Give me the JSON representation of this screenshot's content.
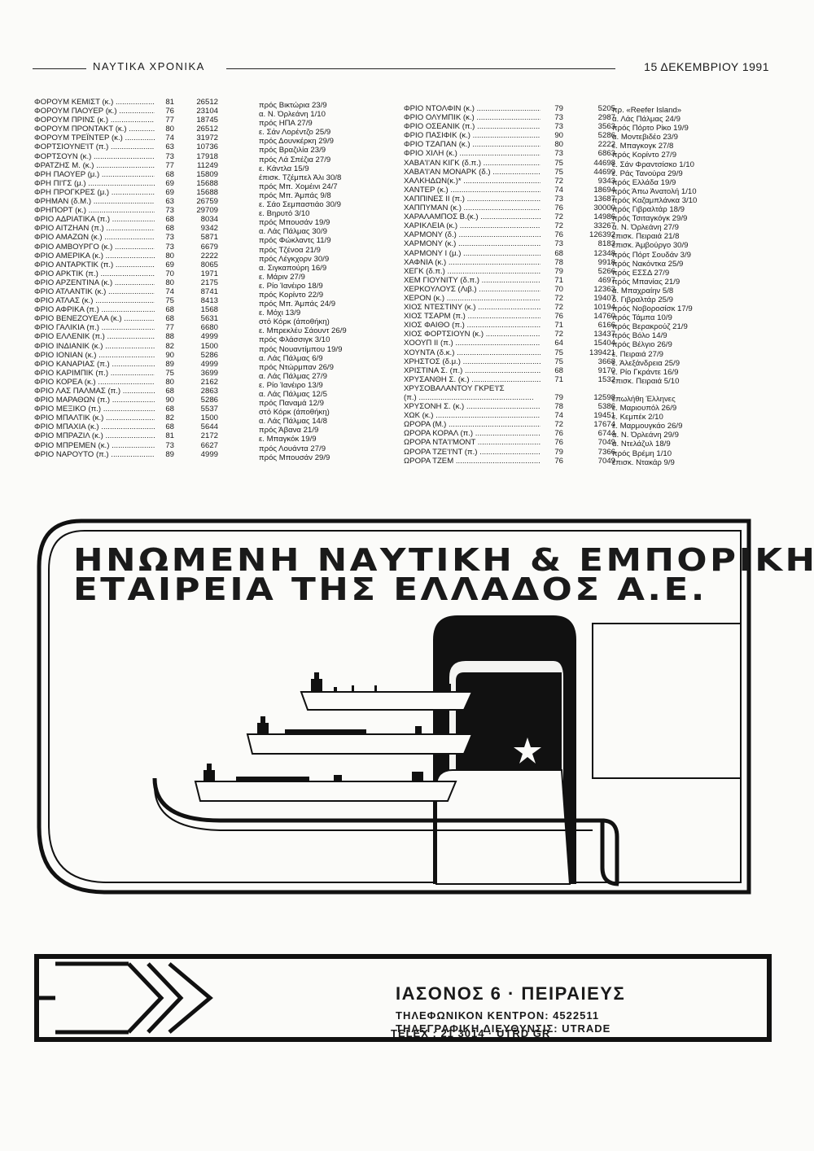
{
  "header": {
    "paper": "ΝΑΥΤΙΚΑ ΧΡΟΝΙΚΑ",
    "date": "15 ΔΕΚΕΜΒΡΙΟΥ 1991"
  },
  "left_table": [
    {
      "n": "ΦΟΡΟΥΜ ΚΕΜΙΣΤ (κ.)",
      "a": "81",
      "b": "26512"
    },
    {
      "n": "ΦΟΡΟΥΜ ΠΑΟΥΕΡ (κ.)",
      "a": "76",
      "b": "23104"
    },
    {
      "n": "ΦΟΡΟΥΜ ΠΡΙΝΣ (κ.)",
      "a": "77",
      "b": "18745"
    },
    {
      "n": "ΦΟΡΟΥΜ ΠΡΟΝΤΑΚΤ (κ.)",
      "a": "80",
      "b": "26512"
    },
    {
      "n": "ΦΟΡΟΥΜ ΤΡΕΪΝΤΕΡ (κ.)",
      "a": "74",
      "b": "31972"
    },
    {
      "n": "ΦΟΡΤΣΙΟΥΝΕ'ΙΤ (π.)",
      "a": "63",
      "b": "10736"
    },
    {
      "n": "ΦΟΡΤΣΟΥΝ (κ.)",
      "a": "73",
      "b": "17918"
    },
    {
      "n": "ΦΡΑΤΖΗΣ Μ. (κ.)",
      "a": "77",
      "b": "11249"
    },
    {
      "n": "ΦΡΗ ΠΑΟΥΕΡ (μ.)",
      "a": "68",
      "b": "15809"
    },
    {
      "n": "ΦΡΗ ΠΙ'ΓΣ (μ.)",
      "a": "69",
      "b": "15688"
    },
    {
      "n": "ΦΡΗ ΠΡΟΓΚΡΕΣ (μ.)",
      "a": "69",
      "b": "15688"
    },
    {
      "n": "ΦΡΗΜΑΝ (δ.Μ.)",
      "a": "63",
      "b": "26759"
    },
    {
      "n": "ΦΡΗΠΟΡΤ (κ.)",
      "a": "73",
      "b": "29709"
    },
    {
      "n": "ΦΡΙΟ ΑΔΡΙΑΤΙΚΑ (π.)",
      "a": "68",
      "b": "8034"
    },
    {
      "n": "ΦΡΙΟ ΑΙΤΖΗΑΝ (π.)",
      "a": "68",
      "b": "9342"
    },
    {
      "n": "ΦΡΙΟ ΑΜΑΖΩΝ (κ.)",
      "a": "73",
      "b": "5871"
    },
    {
      "n": "ΦΡΙΟ ΑΜΒΟΥΡΓΟ (κ.)",
      "a": "73",
      "b": "6679"
    },
    {
      "n": "ΦΡΙΟ ΑΜΕΡΙΚΑ (κ.)",
      "a": "80",
      "b": "2222"
    },
    {
      "n": "ΦΡΙΟ ΑΝΤΑΡΚΤΙΚ (π.)",
      "a": "69",
      "b": "8065"
    },
    {
      "n": "ΦΡΙΟ ΑΡΚΤΙΚ (π.)",
      "a": "70",
      "b": "1971"
    },
    {
      "n": "ΦΡΙΟ ΑΡΖΕΝΤΙΝΑ (κ.)",
      "a": "80",
      "b": "2175"
    },
    {
      "n": "ΦΡΙΟ ΑΤΛΑΝΤΙΚ (κ.)",
      "a": "74",
      "b": "8741"
    },
    {
      "n": "ΦΡΙΟ ΑΤΛΑΣ (κ.)",
      "a": "75",
      "b": "8413"
    },
    {
      "n": "ΦΡΙΟ ΑΦΡΙΚΑ (π.)",
      "a": "68",
      "b": "1568"
    },
    {
      "n": "ΦΡΙΟ ΒΕΝΕΖΟΥΕΛΑ (κ.)",
      "a": "68",
      "b": "5631"
    },
    {
      "n": "ΦΡΙΟ ΓΑΛΙΚΙΑ (π.)",
      "a": "77",
      "b": "6680"
    },
    {
      "n": "ΦΡΙΟ ΕΛΛΕΝΙΚ (π.)",
      "a": "88",
      "b": "4999"
    },
    {
      "n": "ΦΡΙΟ ΙΝΔΙΑΝΙΚ (κ.)",
      "a": "82",
      "b": "1500"
    },
    {
      "n": "ΦΡΙΟ ΙΟΝΙΑΝ (κ.)",
      "a": "90",
      "b": "5286"
    },
    {
      "n": "ΦΡΙΟ ΚΑΝΑΡΙΑΣ (π.)",
      "a": "89",
      "b": "4999"
    },
    {
      "n": "ΦΡΙΟ ΚΑΡΙΜΠΙΚ (π.)",
      "a": "75",
      "b": "3699"
    },
    {
      "n": "ΦΡΙΟ ΚΟΡΕΑ (κ.)",
      "a": "80",
      "b": "2162"
    },
    {
      "n": "ΦΡΙΟ ΛΑΣ ΠΑΛΜΑΣ (π.)",
      "a": "68",
      "b": "2863"
    },
    {
      "n": "ΦΡΙΟ ΜΑΡΑΘΩΝ (π.)",
      "a": "90",
      "b": "5286"
    },
    {
      "n": "ΦΡΙΟ ΜΕΞΙΚΟ (π.)",
      "a": "68",
      "b": "5537"
    },
    {
      "n": "ΦΡΙΟ ΜΠΑΛΤΙΚ (κ.)",
      "a": "82",
      "b": "1500"
    },
    {
      "n": "ΦΡΙΟ ΜΠΑΧΙΑ (κ.)",
      "a": "68",
      "b": "5644"
    },
    {
      "n": "ΦΡΙΟ ΜΠΡΑΖΙΛ (κ.)",
      "a": "81",
      "b": "2172"
    },
    {
      "n": "ΦΡΙΟ ΜΠΡΕΜΕΝ (κ.)",
      "a": "73",
      "b": "6627"
    },
    {
      "n": "ΦΡΙΟ ΝΑΡΟΥΤΟ (π.)",
      "a": "89",
      "b": "4999"
    }
  ],
  "left_voyages": [
    "πρός Βικτώρια 23/9",
    "α. Ν. Όρλεάνη 1/10",
    "πρός ΗΠΑ 27/9",
    "ε. Σάν Λορέντζο 25/9",
    "πρός Δουνκέρκη 29/9",
    "πρός Βραζιλία 23/9",
    "πρός Λά Σπέζια 27/9",
    "ε. Κάντλα 15/9",
    "έπισκ. Τζέμπελ Άλι 30/8",
    "πρός Μπ. Χομέινι 24/7",
    "πρός Μπ. Άμπάς 9/8",
    "ε. Σάο Σεμπαστιάο 30/9",
    "ε. Βηρυτό 3/10",
    "πρός Μπουσάν 19/9",
    "α. Λάς Πάλμας 30/9",
    "πρός Φώκλαντς 11/9",
    "πρός Τζένοα 21/9",
    "πρός Λέγκχορν 30/9",
    "α. Σιγκαπούρη 16/9",
    "ε. Μάριν 27/9",
    "ε. Ρίο Ίανέιρο 18/9",
    "πρός Κορίντο 22/9",
    "πρός Μπ. Άμπάς 24/9",
    "ε. Μόχι 13/9",
    "στό Κόρκ (άποθήκη)",
    "ε. Μπρεκλέυ Σάουντ 26/9",
    "πρός Φλάσσιγκ 3/10",
    "πρός Νουαντίμπου 19/9",
    "α. Λάς Πάλμας 6/9",
    "πρός Ντώρμπαν 26/9",
    "α. Λάς Πάλμας 27/9",
    "ε. Ρίο Ίανέιρο 13/9",
    "α. Λάς Πάλμας 12/5",
    "πρός Παναμά 12/9",
    "στό Κόρκ (άποθήκη)",
    "α. Λάς Πάλμας 14/8",
    "πρός Άβανα 21/9",
    "ε. Μπαγκόκ 19/9",
    "πρός Λουάντα 27/9",
    "πρός Μπουσάν 29/9"
  ],
  "right_table": [
    {
      "n": "ΦΡΙΟ ΝΤΟΛΦΙΝ (κ.)",
      "a": "79",
      "b": "5205"
    },
    {
      "n": "ΦΡΙΟ ΟΛΥΜΠΙΚ (κ.)",
      "a": "73",
      "b": "2987"
    },
    {
      "n": "ΦΡΙΟ ΟΣΕΑΝΙΚ (π.)",
      "a": "73",
      "b": "3563"
    },
    {
      "n": "ΦΡΙΟ ΠΑΣΙΦΙΚ (κ.)",
      "a": "90",
      "b": "5286"
    },
    {
      "n": "ΦΡΙΟ ΤΖΑΠΑΝ (κ.)",
      "a": "80",
      "b": "2222"
    },
    {
      "n": "ΦΡΙΟ ΧΙΛΗ (κ.)",
      "a": "73",
      "b": "6863"
    },
    {
      "n": "ΧΑΒΑ'Ι'ΑΝ ΚΙΓΚ (δ.π.)",
      "a": "75",
      "b": "44698"
    },
    {
      "n": "ΧΑΒΑ'Ι'ΑΝ ΜΟΝΑΡΚ (δ.)",
      "a": "75",
      "b": "44699"
    },
    {
      "n": "ΧΑΛΚΗΔΩΝ(κ.)*",
      "a": "72",
      "b": "9343"
    },
    {
      "n": "ΧΑΝΤΕΡ (κ.)",
      "a": "74",
      "b": "18694"
    },
    {
      "n": "ΧΑΠΠΙΝΕΣ ΙΙ (π.)",
      "a": "73",
      "b": "13687"
    },
    {
      "n": "ΧΑΠΠΥΜΑΝ (κ.)",
      "a": "76",
      "b": "30000"
    },
    {
      "n": "ΧΑΡΑΛΑΜΠΟΣ Β.(κ.)",
      "a": "72",
      "b": "14986"
    },
    {
      "n": "ΧΑΡΙΚΛΕΙΑ (κ.)",
      "a": "72",
      "b": "33267"
    },
    {
      "n": "ΧΑΡΜΟΝΥ (δ.)",
      "a": "76",
      "b": "126392"
    },
    {
      "n": "ΧΑΡΜΟΝΥ (κ.)",
      "a": "73",
      "b": "8183"
    },
    {
      "n": "ΧΑΡΜΟΝΥ Ι (μ.)",
      "a": "68",
      "b": "12348"
    },
    {
      "n": "ΧΑΦΝΙΑ (κ.)",
      "a": "78",
      "b": "9918"
    },
    {
      "n": "ΧΕΓΚ (δ.π.)",
      "a": "79",
      "b": "5266"
    },
    {
      "n": "ΧΕΜ ΓΙΟΥΝΙΤΥ (δ.π.)",
      "a": "71",
      "b": "4697"
    },
    {
      "n": "ΧΕΡΚΟΥΛΟΥΣ (Λιβ.)",
      "a": "70",
      "b": "12363"
    },
    {
      "n": "ΧΕΡΟΝ (κ.)",
      "a": "72",
      "b": "19407"
    },
    {
      "n": "ΧΙΟΣ ΝΤΕΣΤΙΝΥ (κ.)",
      "a": "72",
      "b": "10194"
    },
    {
      "n": "ΧΙΟΣ ΤΣΑΡΜ (π.)",
      "a": "76",
      "b": "14760"
    },
    {
      "n": "ΧΙΟΣ ΦΑΙΘΟ (π.)",
      "a": "71",
      "b": "6166"
    },
    {
      "n": "ΧΙΟΣ ΦΟΡΤΣΙΟΥΝ (κ.)",
      "a": "72",
      "b": "13437"
    },
    {
      "n": "ΧΟΟΥΠ ΙΙ (π.)",
      "a": "64",
      "b": "15404"
    },
    {
      "n": "ΧΟΥΝΤΑ (δ.κ.)",
      "a": "75",
      "b": "139421"
    },
    {
      "n": "ΧΡΗΣΤΟΣ (δ.μ.)",
      "a": "75",
      "b": "3668"
    },
    {
      "n": "ΧΡΙΣΤΙΝΑ Σ. (π.)",
      "a": "68",
      "b": "9170"
    },
    {
      "n": "ΧΡΥΣΑΝΘΗ Σ. (κ.)",
      "a": "71",
      "b": "1532"
    },
    {
      "n": "ΧΡΥΣΟΒΑΛΑΝΤΟΥ ΓΚΡΕ'Ι'Σ",
      "a": "",
      "b": ""
    },
    {
      "n": "(π.)",
      "a": "79",
      "b": "12598"
    },
    {
      "n": "ΧΡΥΣΟΝΗ Σ. (κ.)",
      "a": "78",
      "b": "5386"
    },
    {
      "n": "ΧΩΚ (κ.)",
      "a": "74",
      "b": "19451"
    },
    {
      "n": "ΩΡΟΡΑ (Μ.)",
      "a": "72",
      "b": "17674"
    },
    {
      "n": "ΩΡΟΡΑ ΚΟΡΑΛ (π.)",
      "a": "76",
      "b": "6744"
    },
    {
      "n": "ΩΡΟΡΑ ΝΤΑ'Ι'ΜΟΝΤ",
      "a": "76",
      "b": "7049"
    },
    {
      "n": "ΩΡΟΡΑ ΤΖΕ'Ι'ΝΤ (π.)",
      "a": "79",
      "b": "7366"
    },
    {
      "n": "ΩΡΟΡΑ ΤΖΕΜ",
      "a": "76",
      "b": "7049"
    }
  ],
  "right_voyages": [
    "πρ. «Reefer Island»",
    "α. Λάς Πάλμας 24/9",
    "πρός Πόρτο Ρίκο 19/9",
    "α. Μοντεβιδέο 23/9",
    "ε. Μπαγκογκ 27/8",
    "πρός Κορίντο 27/9",
    "ε. Σάν Φραντσίσκο 1/10",
    "ε. Ράς Τανούρα 29/9",
    "πρός Ελλάδα 19/9",
    "πρός Άπω Άνατολή 1/10",
    "πρός Καζαμπλάνκα 3/10",
    "πρός Γιβραλτάρ 18/9",
    "πρός Τσιταγκόγκ 29/9",
    "α. Ν. Όρλεάνη 27/9",
    "έπισκ. Πειραιά 21/8",
    "έπισκ. Άμβούργο 30/9",
    "πρός Πόρτ Σουδάν 3/9",
    "πρός Νακόντκα 25/9",
    "πρός ΕΣΣΔ 27/9",
    "πρός Μπανίας 21/9",
    "α. Μπαχραίην 5/8",
    "δ. Γιβραλτάρ 25/9",
    "πρός Νοβοροσίσκ 17/9",
    "πρός Τάμπα 10/9",
    "πρός Βερακρούζ 21/9",
    "πρός Βόλο 14/9",
    "πρός Βέλγιο 26/9",
    "ε. Πειραιά 27/9",
    "ε. Άλεξάνδρεια 25/9",
    "ε. Ρίο Γκράντε 16/9",
    "έπισκ. Πειραιά 5/10",
    "",
    "έπωλήθη Έλληνες",
    "ε. Μαριουπόλ 26/9",
    "ε. Κεμπέκ 2/10",
    "ε. Μαρμουγκάο 26/9",
    "α. Ν. Όρλεάνη 29/9",
    "α. Ντελάζυλ 18/9",
    "πρός Βρέμη 1/10",
    "έπισκ. Ντακάρ 9/9"
  ],
  "ad": {
    "title1": "ΗΝΩΜΕΝΗ  ΝΑΥΤΙΚΗ & ΕΜΠΟΡΙΚΗ",
    "title2": "ΕΤΑΙΡΕΙΑ  ΤΗΣ  ΕΛΛΑΔΟΣ  Α.Ε."
  },
  "footer": {
    "address": "ΙΑΣΟΝΟΣ 6 · ΠΕΙΡΑΙΕΥΣ",
    "phone": "ΤΗΛΕΦΩΝΙΚΟΝ ΚΕΝΤΡΟΝ: 4522511",
    "telegraph": "ΤΗΛΕΓΡΑΦΙΚΗ ΔΙΕΥΘΥΝΣΙΣ: UTRADE",
    "telex": "TELEX :  21 3014  ·  UTRD  GR"
  }
}
